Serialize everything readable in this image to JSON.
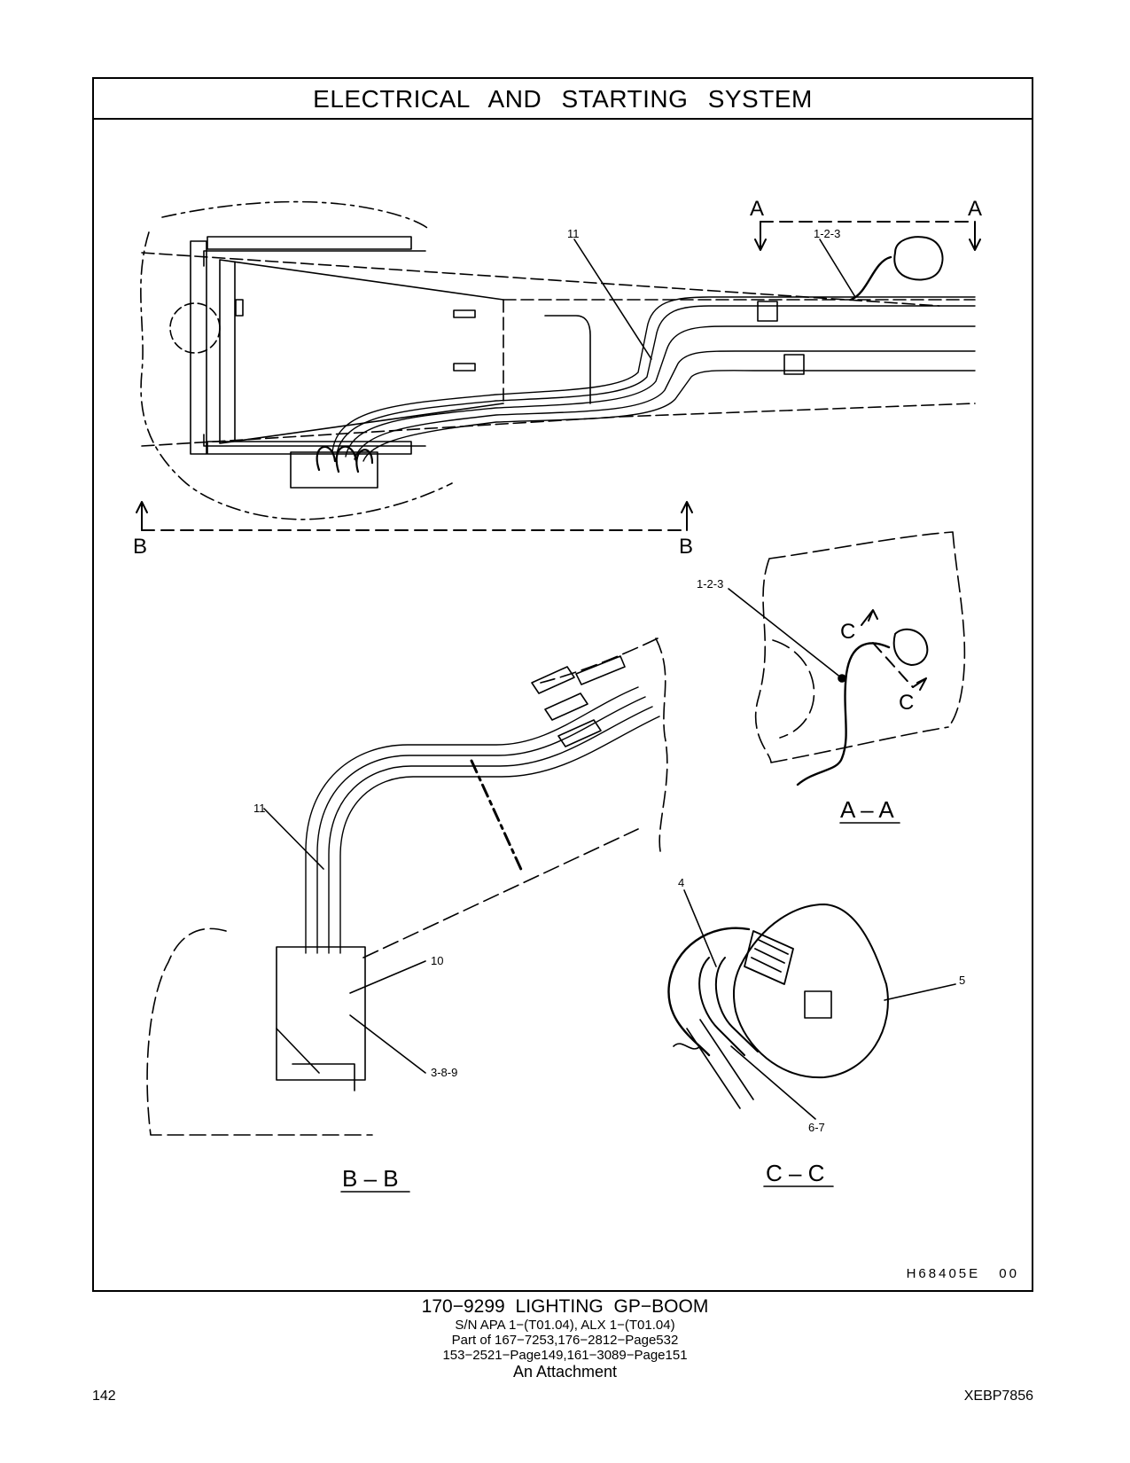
{
  "header": {
    "title": "ELECTRICAL AND STARTING SYSTEM"
  },
  "views": {
    "section_a_marker": "A",
    "section_b_marker": "B",
    "section_c_marker": "C",
    "view_aa_label": "A – A",
    "view_bb_label": "B – B",
    "view_cc_label": "C – C"
  },
  "callouts": {
    "c11_top": "11",
    "c123_top": "1-2-3",
    "c123_aa": "1-2-3",
    "c11_bb": "11",
    "c10": "10",
    "c389": "3-8-9",
    "c4": "4",
    "c5": "5",
    "c67": "6-7"
  },
  "drawing_code": "H68405E  00",
  "caption": {
    "part_title": "170−9299  LIGHTING  GP−BOOM",
    "serial": "S/N APA 1−(T01.04), ALX 1−(T01.04)",
    "part_of": "Part of 167−7253,176−2812−Page532",
    "pages": "153−2521−Page149,161−3089−Page151",
    "attachment": "An Attachment"
  },
  "footer": {
    "page_number": "142",
    "doc_id": "XEBP7856"
  }
}
